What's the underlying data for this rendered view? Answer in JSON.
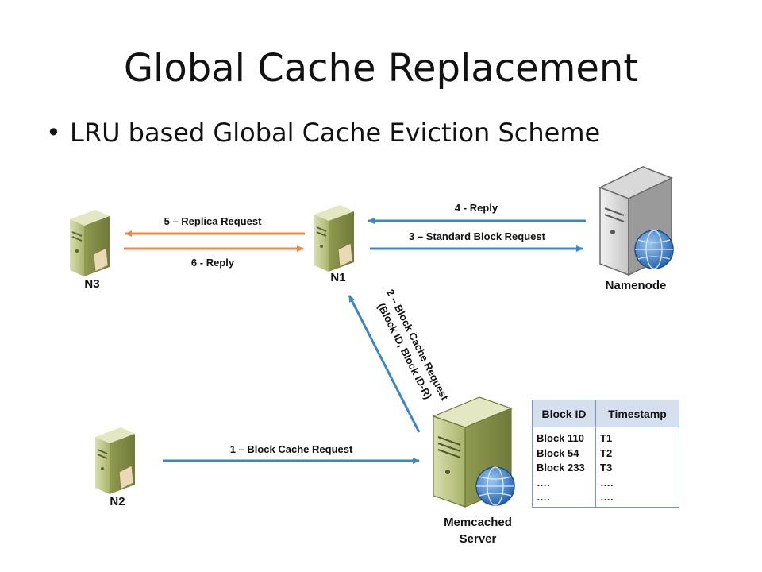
{
  "slide": {
    "title": "Global Cache Replacement",
    "bullet": "LRU based Global Cache Eviction Scheme"
  },
  "nodes": {
    "n3": "N3",
    "n1": "N1",
    "n2": "N2",
    "namenode": "Namenode",
    "memcached_line1": "Memcached",
    "memcached_line2": "Server"
  },
  "arrows": {
    "reply4": "4 - Reply",
    "standard_request3": "3 – Standard Block Request",
    "replica_request5": "5 – Replica Request",
    "reply6": "6 - Reply",
    "block_cache_request2_line1": "2 – Block Cache Request",
    "block_cache_request2_line2": "(Block ID, Block ID-R)",
    "block_cache_request1": "1 – Block Cache Request"
  },
  "colors": {
    "blue_arrow": "#3a87c8",
    "orange_arrow": "#e8894a",
    "server_green": "#c5cf8f",
    "globe_blue": "#2f6fc1"
  },
  "table": {
    "headers": [
      "Block ID",
      "Timestamp"
    ],
    "rows": [
      [
        "Block 110",
        "T1"
      ],
      [
        "Block 54",
        "T2"
      ],
      [
        "Block 233",
        "T3"
      ],
      [
        "….",
        "…."
      ],
      [
        "….",
        "…."
      ]
    ]
  }
}
